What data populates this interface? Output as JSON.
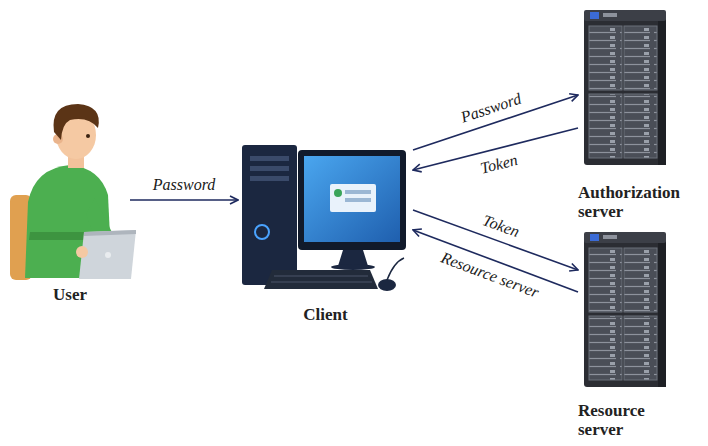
{
  "diagram": {
    "nodes": [
      {
        "text": [
          "User"
        ]
      },
      {
        "text": [
          "Client"
        ]
      },
      {
        "text": [
          "Authorization server"
        ]
      },
      {
        "text": [
          "Resource server"
        ]
      }
    ],
    "edges": [
      {
        "from": 0,
        "to": 1,
        "label": "Password",
        "arrow": "to"
      },
      {
        "from": 1,
        "to": 2,
        "label": "Password",
        "arrow": "to"
      },
      {
        "from": 2,
        "to": 1,
        "label": "Token",
        "arrow": "to"
      },
      {
        "from": 1,
        "to": 3,
        "label": "Token",
        "arrow": "to"
      },
      {
        "from": 3,
        "to": 1,
        "label": "Resource server",
        "arrow": "to"
      }
    ]
  }
}
